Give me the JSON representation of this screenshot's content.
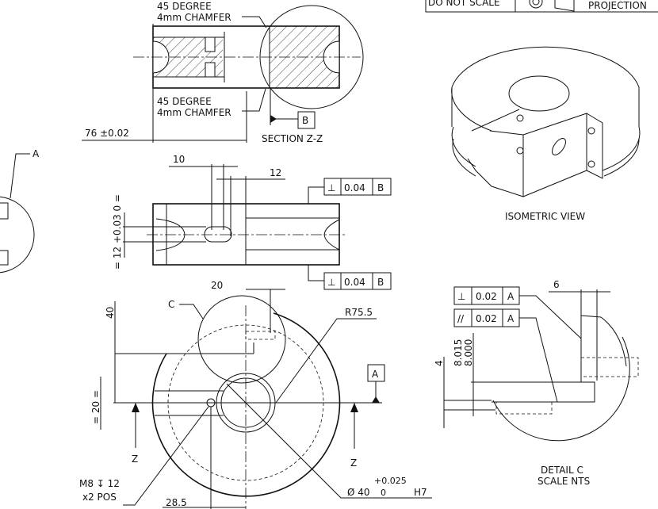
{
  "title_block": {
    "do_not_scale": "DO NOT SCALE",
    "projection": "PROJECTION"
  },
  "section_zz": {
    "chamfer_top_line1": "45 DEGREE",
    "chamfer_top_line2": "4mm CHAMFER",
    "chamfer_bottom_line1": "45 DEGREE",
    "chamfer_bottom_line2": "4mm CHAMFER",
    "dim_length": "76 ±0.02",
    "datum_b": "B",
    "label": "SECTION Z-Z"
  },
  "isometric": {
    "label": "ISOMETRIC VIEW"
  },
  "detail_a": {
    "label": "A"
  },
  "side_view": {
    "dim_10": "10",
    "dim_12": "12",
    "dim_slot": "= 12 +0.03 0 =",
    "fcf_top": {
      "symbol": "⊥",
      "tolerance": "0.04",
      "datum": "B"
    },
    "fcf_bottom": {
      "symbol": "⊥",
      "tolerance": "0.04",
      "datum": "B"
    }
  },
  "plan_view": {
    "dim_20_top": "20",
    "detail_c_callout": "C",
    "dim_40": "40",
    "radius": "R75.5",
    "datum_a": "A",
    "dim_20_side": "= 20 =",
    "section_z_left": "Z",
    "section_z_right": "Z",
    "thread_line1": "M8 ↧ 12",
    "thread_line2": "x2 POS",
    "dim_28_5": "28.5",
    "bore_dia": "Ø 40",
    "bore_tol_upper": "+0.025",
    "bore_tol_lower": "0",
    "bore_fit": "H7"
  },
  "detail_c": {
    "fcf_perp": {
      "symbol": "⊥",
      "tolerance": "0.02",
      "datum": "A"
    },
    "fcf_par": {
      "symbol": "//",
      "tolerance": "0.02",
      "datum": "A"
    },
    "dim_6": "6",
    "dim_4": "4",
    "dim_upper": "8.015",
    "dim_lower": "8.000",
    "label_line1": "DETAIL C",
    "label_line2": "SCALE NTS"
  }
}
